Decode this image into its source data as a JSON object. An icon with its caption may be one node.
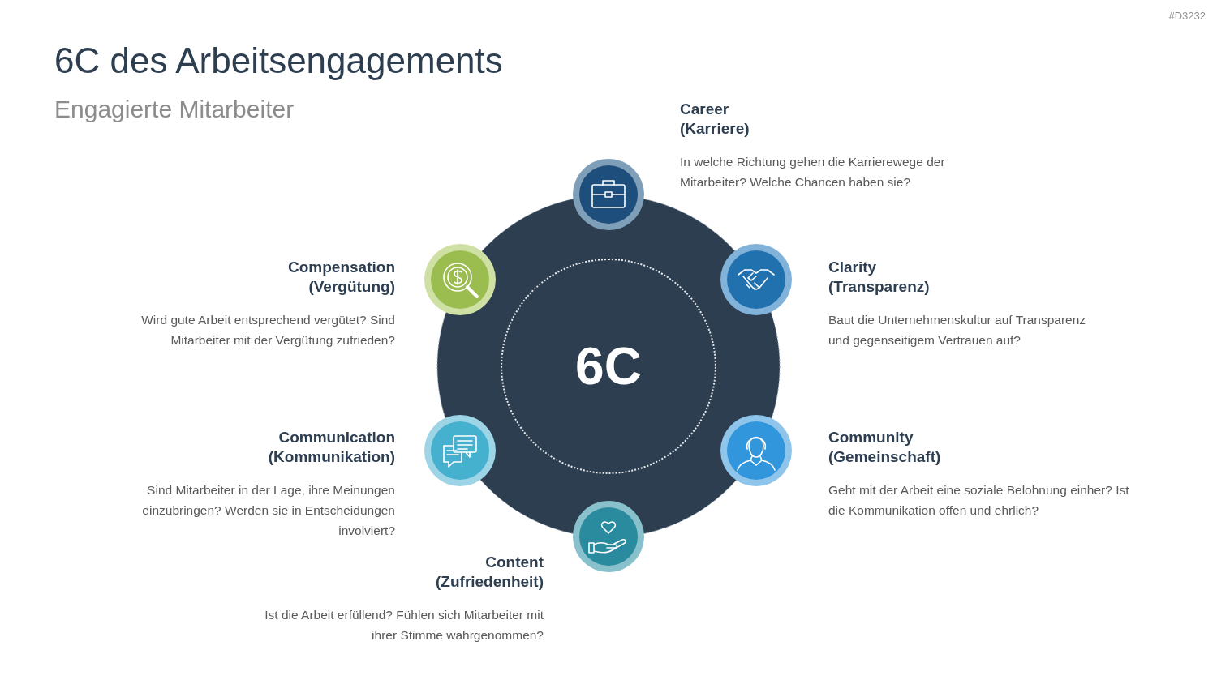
{
  "diagram": {
    "title": "6C des Arbeitsengagements",
    "caption": "Engagierte Mitarbeiter",
    "nodes": [
      {
        "text": [
          "6C"
        ]
      },
      {
        "text": [],
        "shape": "circle",
        "beside": [
          "Career (Karriere)",
          "In welche Richtung gehen die Karrierewege der Mitarbeiter? Welche Chancen haben sie?"
        ]
      },
      {
        "text": [],
        "shape": "circle",
        "beside": [
          "Compensation (Vergütung)",
          "Wird gute Arbeit entsprechend vergütet? Sind Mitarbeiter mit der Vergütung zufrieden?"
        ]
      },
      {
        "text": [],
        "shape": "circle",
        "beside": [
          "Clarity (Transparenz)",
          "Baut die Unternehmenskultur auf Transparenz und gegenseitigem Vertrauen auf?"
        ]
      },
      {
        "text": [],
        "shape": "circle",
        "beside": [
          "Communication (Kommunikation)",
          "Sind Mitarbeiter in der Lage, ihre Meinungen einzubringen? Werden sie in Entscheidungen involviert?"
        ]
      },
      {
        "text": [],
        "shape": "circle",
        "beside": [
          "Community (Gemeinschaft)",
          "Geht mit der Arbeit eine soziale Belohnung einher? Ist die Kommunikation offen und ehrlich?"
        ]
      },
      {
        "text": [],
        "shape": "circle",
        "beside": [
          "Content (Zufriedenheit)",
          "Ist die Arbeit erfüllend? Fühlen sich Mitarbeiter mit ihrer Stimme wahrgenommen?"
        ]
      }
    ],
    "edges": [],
    "labels": [
      "#D3232"
    ]
  }
}
